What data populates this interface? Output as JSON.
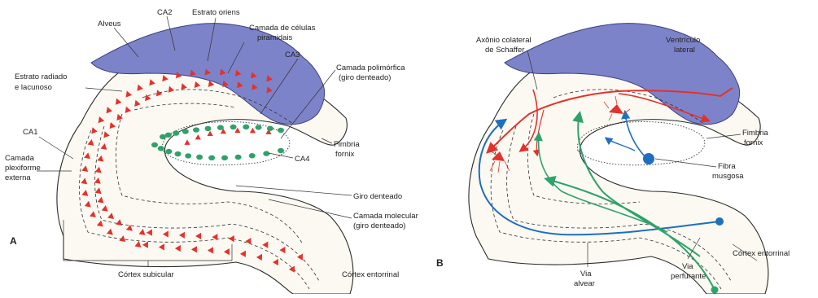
{
  "panel_a": {
    "letter": "A",
    "labels": {
      "alveus": "Alveus",
      "ca2": "CA2",
      "estrato_oriens": "Estrato oriens",
      "camada_piramidais_1": "Camada de células",
      "camada_piramidais_2": "piramidais",
      "estrato_radiado_1": "Estrato radiado",
      "estrato_radiado_2": "e lacunoso",
      "ca3": "CA3",
      "camada_polimorfica_1": "Camada polimórfica",
      "camada_polimorfica_2": "(giro denteado)",
      "ca1": "CA1",
      "camada_plexiforme_1": "Camada",
      "camada_plexiforme_2": "plexiforme",
      "camada_plexiforme_3": "externa",
      "ca4": "CA4",
      "fimbria_1": "Fimbria",
      "fimbria_2": "fornix",
      "giro_denteado": "Giro denteado",
      "camada_molecular_1": "Camada molecular",
      "camada_molecular_2": "(giro denteado)",
      "cortex_subicular": "Córtex subicular",
      "cortex_entorrinal": "Córtex entorrinal"
    }
  },
  "panel_b": {
    "letter": "B",
    "labels": {
      "axonio_1": "Axônio colateral",
      "axonio_2": "de Schaffer",
      "ventriculo_1": "Ventrículo",
      "ventriculo_2": "lateral",
      "fimbria_1": "Fimbria",
      "fimbria_2": "fornix",
      "fibra_1": "Fibra",
      "fibra_2": "musgosa",
      "cortex_entorrinal": "Córtex entorrinal",
      "via_alvear_1": "Via",
      "via_alvear_2": "alvear",
      "via_perfurante_1": "Via",
      "via_perfurante_2": "perfurante"
    }
  },
  "colors": {
    "ventricle": "#7d83c9",
    "pyramidal": "#e5312b",
    "granule": "#2fa26a",
    "mossy": "#1f6fbf",
    "outline": "#2a2a2a"
  }
}
